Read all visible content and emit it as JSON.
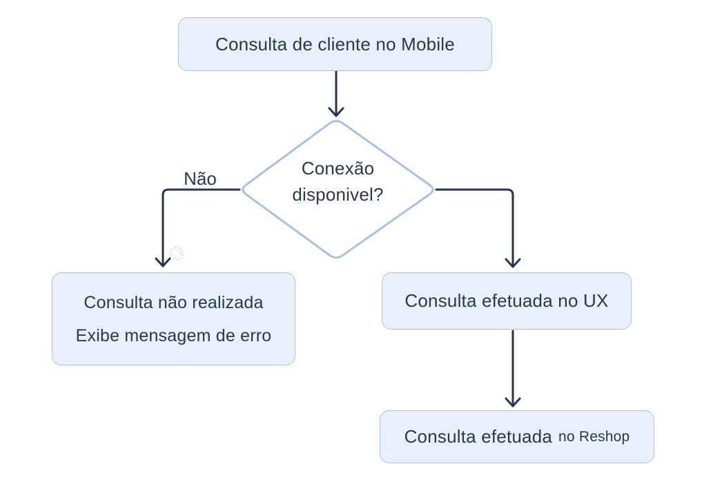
{
  "flowchart": {
    "nodes": {
      "start": {
        "label": "Consulta de cliente no Mobile"
      },
      "decision": {
        "line1": "Conexão",
        "line2": "disponivel?"
      },
      "error": {
        "line1": "Consulta não realizada",
        "line2": "Exibe mensagem de erro"
      },
      "ux": {
        "label": "Consulta efetuada no UX"
      },
      "reshop": {
        "label_main": "Consulta efetuada",
        "label_suffix": "no Reshop"
      }
    },
    "edge_labels": {
      "no": "Não"
    },
    "colors": {
      "node_fill": "#e9f0fa",
      "node_border": "#a6c1e2",
      "text": "#2b3848",
      "connector": "#26334a",
      "click_indicator": "#cdd3da",
      "background": "#ffffff"
    }
  }
}
